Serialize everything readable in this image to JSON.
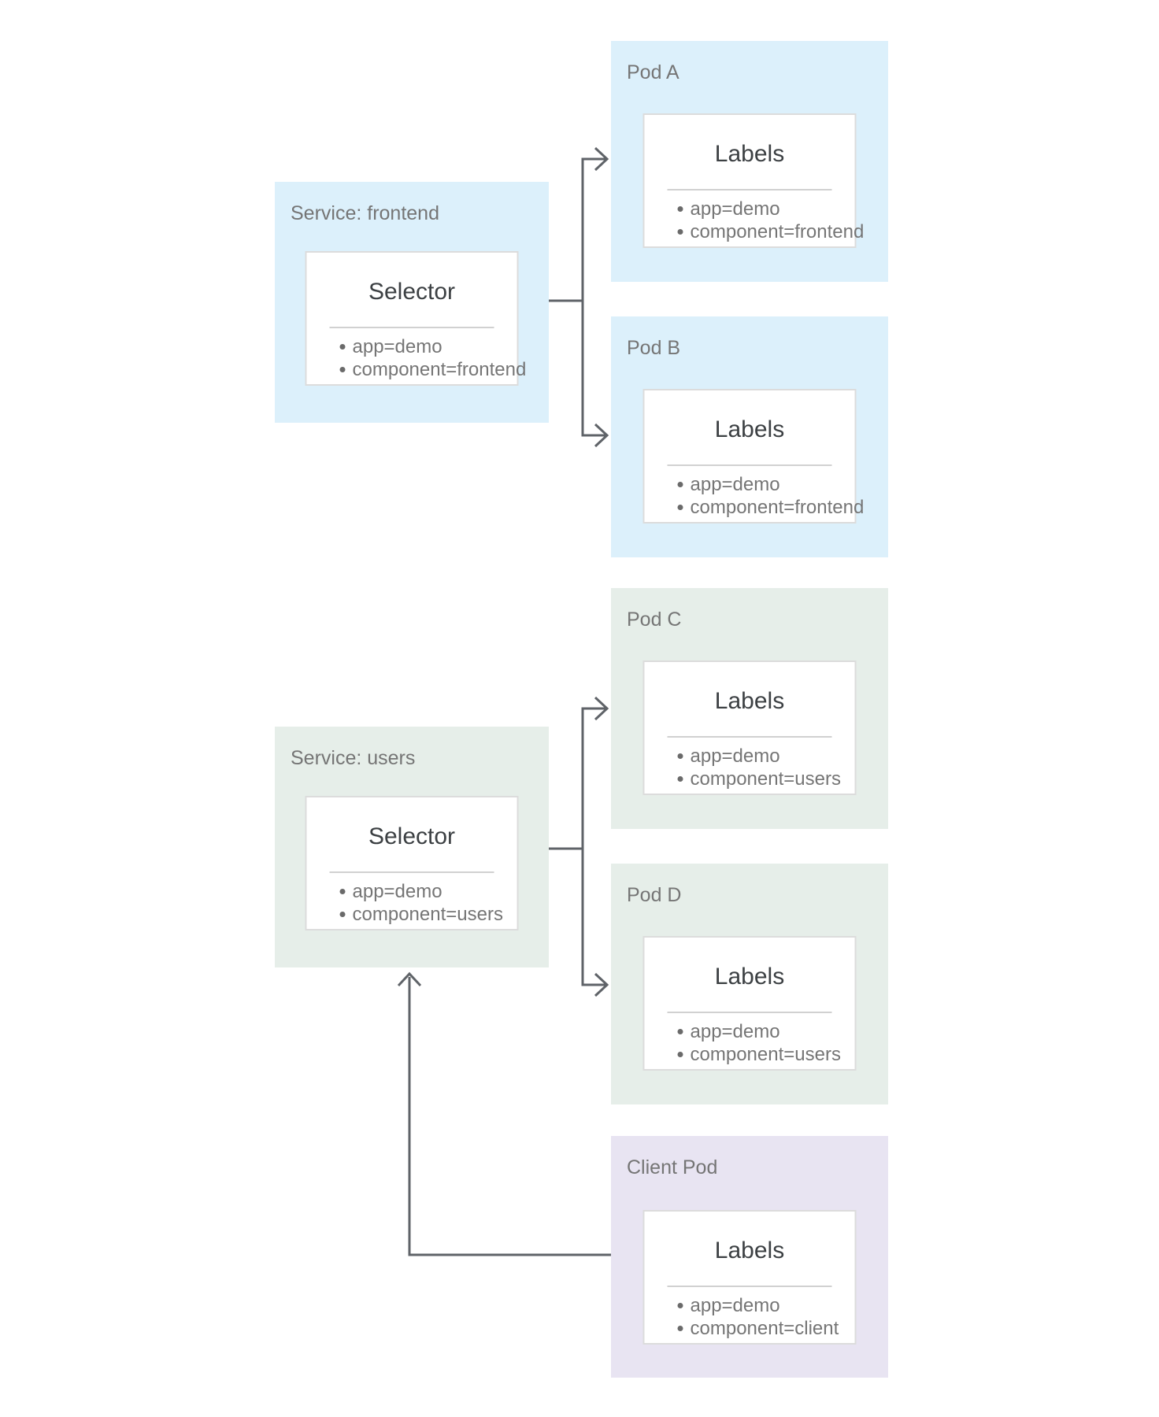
{
  "diagram": {
    "nodes": [
      {
        "id": "service-frontend",
        "label": "Service: frontend",
        "card_title": "Selector",
        "items": [
          "app=demo",
          "component=frontend"
        ],
        "color": "#dcf0fb"
      },
      {
        "id": "pod-a",
        "label": "Pod A",
        "card_title": "Labels",
        "items": [
          "app=demo",
          "component=frontend"
        ],
        "color": "#dcf0fb"
      },
      {
        "id": "pod-b",
        "label": "Pod B",
        "card_title": "Labels",
        "items": [
          "app=demo",
          "component=frontend"
        ],
        "color": "#dcf0fb"
      },
      {
        "id": "pod-c",
        "label": "Pod C",
        "card_title": "Labels",
        "items": [
          "app=demo",
          "component=users"
        ],
        "color": "#e6eee9"
      },
      {
        "id": "service-users",
        "label": "Service: users",
        "card_title": "Selector",
        "items": [
          "app=demo",
          "component=users"
        ],
        "color": "#e6eee9"
      },
      {
        "id": "pod-d",
        "label": "Pod D",
        "card_title": "Labels",
        "items": [
          "app=demo",
          "component=users"
        ],
        "color": "#e6eee9"
      },
      {
        "id": "client-pod",
        "label": "Client Pod",
        "card_title": "Labels",
        "items": [
          "app=demo",
          "component=client"
        ],
        "color": "#e8e4f2"
      }
    ],
    "edges": [
      {
        "from": "service-frontend",
        "to": "pod-a"
      },
      {
        "from": "service-frontend",
        "to": "pod-b"
      },
      {
        "from": "service-users",
        "to": "pod-c"
      },
      {
        "from": "service-users",
        "to": "pod-d"
      },
      {
        "from": "client-pod",
        "to": "service-users"
      }
    ],
    "colors": {
      "service_frontend_bg": "#dcf0fb",
      "service_users_bg": "#e6eee9",
      "client_pod_bg": "#e8e4f2",
      "card_bg": "#ffffff",
      "card_border": "#dcdcdc",
      "divider": "#d1d1d1",
      "arrow": "#5f6368",
      "label_text": "#757575",
      "title_text": "#3c4043"
    }
  }
}
